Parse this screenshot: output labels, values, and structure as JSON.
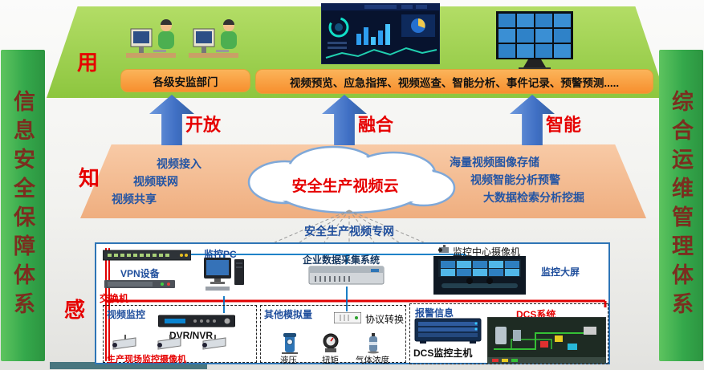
{
  "banners": {
    "left": "信息安全保障体系",
    "right": "综合运维管理体系"
  },
  "layers": {
    "use": {
      "tag": "用",
      "department_box": "各级安监部门",
      "functions_box": "视频预览、应急指挥、视频巡查、智能分析、事件记录、预警预测....."
    },
    "know": {
      "tag": "知",
      "cloud_title": "安全生产视频云",
      "left_capabilities": [
        "视频接入",
        "视频联网",
        "视频共享"
      ],
      "right_capabilities": [
        "海量视频图像存储",
        "视频智能分析预警",
        "大数据检索分析挖掘"
      ]
    },
    "sense": {
      "tag": "感"
    }
  },
  "arrows": [
    {
      "label": "开放"
    },
    {
      "label": "融合"
    },
    {
      "label": "智能"
    }
  ],
  "network_label": "安全生产视频专网",
  "devices": {
    "switch": "交换机",
    "vpn": "VPN设备",
    "monitor_pc": "监控PC",
    "daq_system": "企业数据采集系统",
    "center_camera": "监控中心摄像机",
    "big_screen": "监控大屏"
  },
  "groups": {
    "video": {
      "title": "视频监控",
      "dvr": "DVR/NVR",
      "cameras": "生产现场监控摄像机"
    },
    "analog": {
      "title": "其他模拟量",
      "converter": "协议转换",
      "sensors": [
        "液压",
        "扭矩",
        "气体浓度"
      ]
    },
    "dcs": {
      "alarm": "报警信息",
      "system": "DCS系统",
      "host": "DCS监控主机"
    }
  },
  "palette": {
    "platform_green": "#8dc63f",
    "band_salmon": "#f2b990",
    "banner_green": "#34a84b",
    "banner_text": "#7b2e1f",
    "arrow_blue": "#3f6fc4",
    "accent_red": "#e60000",
    "label_blue": "#1f4e9c",
    "box_orange": "#f79331",
    "bus_line_red": "#e00000",
    "connector_blue": "#0070c0",
    "box_border_blue": "#2e75b6"
  }
}
